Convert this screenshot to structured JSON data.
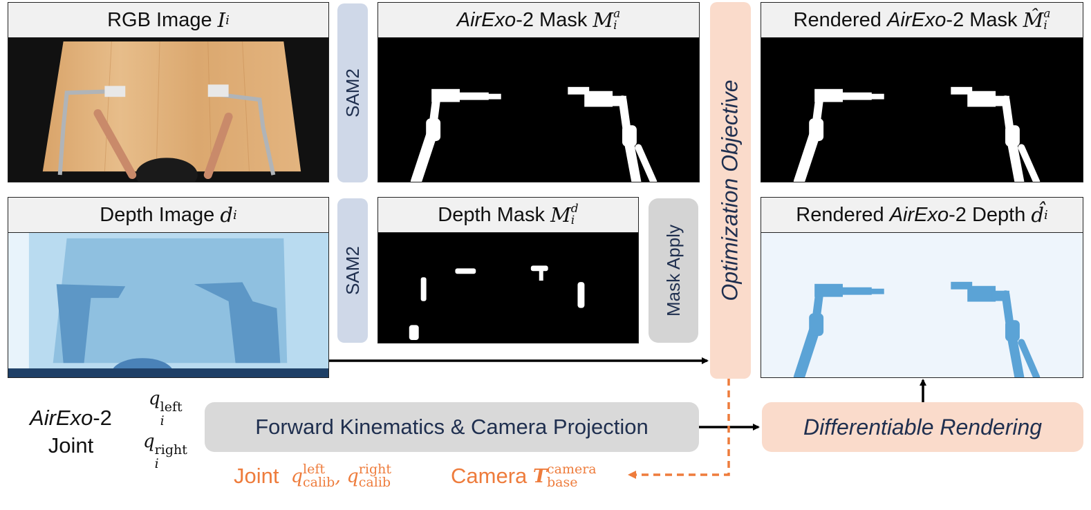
{
  "panels": {
    "rgb": {
      "title": "RGB Image",
      "symbol": "I",
      "sub": "i"
    },
    "mask_a": {
      "title_italic": "AirExo",
      "title_rest": "-2 Mask",
      "symbol": "M",
      "sub": "i",
      "sup": "a"
    },
    "rendered_mask": {
      "title_pre": "Rendered",
      "title_italic": "AirExo",
      "title_rest": "-2 Mask",
      "symbol": "M̂",
      "sub": "i",
      "sup": "a"
    },
    "depth": {
      "title": "Depth Image",
      "symbol": "d",
      "sub": "i"
    },
    "depth_mask": {
      "title": "Depth Mask",
      "symbol": "M",
      "sub": "i",
      "sup": "d"
    },
    "rendered_depth": {
      "title_pre": "Rendered",
      "title_italic": "AirExo",
      "title_rest": "-2 Depth",
      "symbol": "d̂",
      "sub": "i"
    }
  },
  "labels": {
    "sam_top": "SAM2",
    "sam_bottom": "SAM2",
    "mask_apply": "Mask Apply",
    "optimization": "Optimization Objective",
    "forward_kinematics": "Forward Kinematics & Camera Projection",
    "differentiable_rendering": "Differentiable Rendering"
  },
  "joint_input": {
    "name_italic": "AirExo",
    "name_rest": "-2",
    "line2": "Joint",
    "q_symbol": "q",
    "q_sub": "i",
    "left": "left",
    "right": "right"
  },
  "outputs": {
    "joint_label": "Joint",
    "q_symbol": "q",
    "calib": "calib",
    "left": "left",
    "right": "right",
    "camera_label": "Camera",
    "T_symbol": "T",
    "camera_sup": "camera",
    "base_sub": "base"
  },
  "colors": {
    "sam": "#cfd8e8",
    "mask_apply": "#d4d4d4",
    "optimization": "#fadbcb",
    "forward_kinematics": "#d9d9d9",
    "orange_text": "#ee7c3c",
    "depth_blue": "#6fa8d4",
    "render_blue": "#5ba3d6"
  }
}
